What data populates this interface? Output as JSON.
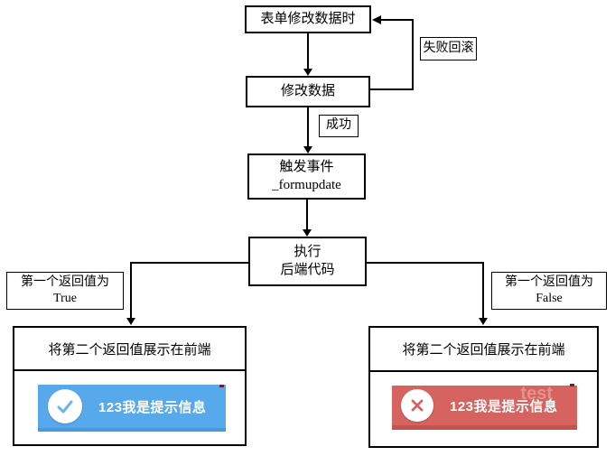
{
  "diagram": {
    "nodes": {
      "form_change": {
        "label": "表单修改数据时"
      },
      "modify_data": {
        "label": "修改数据"
      },
      "trigger_event": {
        "line1": "触发事件",
        "line2": "_formupdate"
      },
      "execute_backend": {
        "line1": "执行",
        "line2": "后端代码"
      },
      "result_left": {
        "title": "将第二个返回值展示在前端"
      },
      "result_right": {
        "title": "将第二个返回值展示在前端"
      }
    },
    "edge_labels": {
      "fail_rollback": "失败回滚",
      "success": "成功",
      "true_condition": {
        "line1": "第一个返回值为",
        "line2": "True"
      },
      "false_condition": {
        "line1": "第一个返回值为",
        "line2": "False"
      }
    },
    "toasts": {
      "success": {
        "message": "123我是提示信息",
        "icon": "check-circle-icon",
        "background": "#58a9ec"
      },
      "error": {
        "message": "123我是提示信息",
        "icon": "x-circle-icon",
        "background": "#d76360",
        "watermark": "test"
      }
    },
    "colors": {
      "connector_line": "#000000",
      "success_toast_bg": "#58a9ec",
      "success_toast_bottom_edge": "#459ade",
      "success_check": "#6fb3ee",
      "error_toast_bg": "#d76360",
      "error_toast_bottom_edge": "#c45250",
      "error_x": "#d85f5e",
      "toast_text": "#ffffff"
    }
  }
}
